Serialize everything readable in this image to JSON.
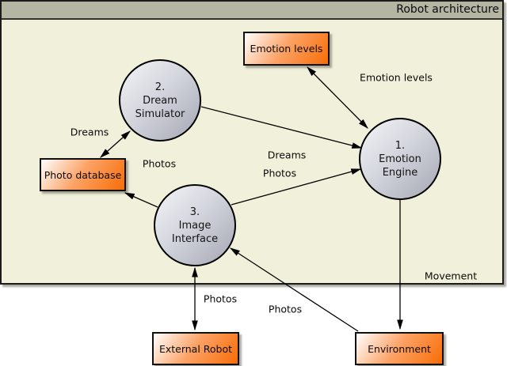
{
  "title": "Robot architecture",
  "nodes": {
    "emotion_engine": {
      "label": "1.\nEmotion\nEngine"
    },
    "dream_simulator": {
      "label": "2.\nDream\nSimulator"
    },
    "image_interface": {
      "label": "3.\nImage\nInterface"
    }
  },
  "boxes": {
    "emotion_levels": {
      "label": "Emotion levels"
    },
    "photo_database": {
      "label": "Photo database"
    },
    "external_robot": {
      "label": "External Robot"
    },
    "environment": {
      "label": "Environment"
    }
  },
  "edge_labels": {
    "dreams_photodb_dream": "Dreams",
    "photos_imageif_photodb": "Photos",
    "dreams_dream_emotion": "Dreams",
    "photos_imageif_emotion": "Photos",
    "emotion_levels_link": "Emotion levels",
    "movement": "Movement",
    "photos_imageif_robot": "Photos",
    "photos_env_imageif": "Photos"
  },
  "edges": [
    {
      "from": "Photo database",
      "to": "Dream Simulator",
      "bidirectional": true,
      "label": "Dreams"
    },
    {
      "from": "Dream Simulator",
      "to": "Emotion Engine",
      "bidirectional": false,
      "label": "Dreams"
    },
    {
      "from": "Image Interface",
      "to": "Emotion Engine",
      "bidirectional": false,
      "label": "Photos"
    },
    {
      "from": "Emotion levels",
      "to": "Emotion Engine",
      "bidirectional": true,
      "label": "Emotion levels"
    },
    {
      "from": "Image Interface",
      "to": "Photo database",
      "bidirectional": false,
      "label": "Photos"
    },
    {
      "from": "Emotion Engine",
      "to": "Environment",
      "bidirectional": false,
      "label": "Movement"
    },
    {
      "from": "Image Interface",
      "to": "External Robot",
      "bidirectional": true,
      "label": "Photos"
    },
    {
      "from": "Environment",
      "to": "Image Interface",
      "bidirectional": false,
      "label": "Photos"
    }
  ],
  "colors": {
    "titlebar": "#b4b5a2",
    "panel_background": "#f1f0da",
    "box_orange": "#f86d06",
    "node_gray": "#a4a6b3",
    "line": "#000000"
  }
}
